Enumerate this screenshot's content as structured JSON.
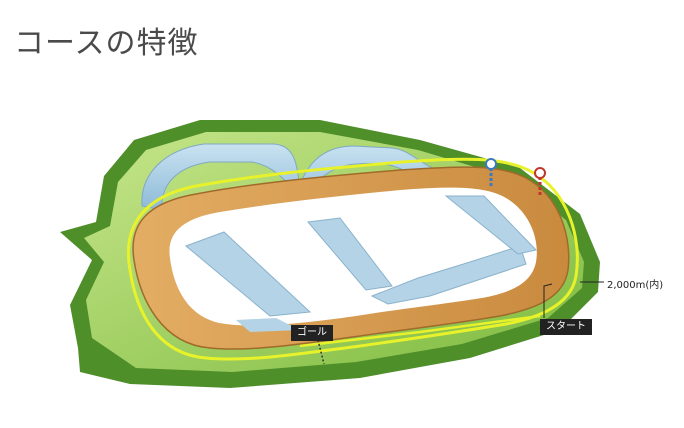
{
  "page": {
    "title": "コースの特徴"
  },
  "course": {
    "goal_label": "ゴール",
    "start_label": "スタート",
    "distance_label": "2,000m(内)",
    "colors": {
      "turf_outer": "#8fc650",
      "turf_dark": "#4f8f2a",
      "inner_water": "#a9cfe6",
      "dirt_track": "#d89a4e",
      "rail": "#e8f22a"
    }
  }
}
